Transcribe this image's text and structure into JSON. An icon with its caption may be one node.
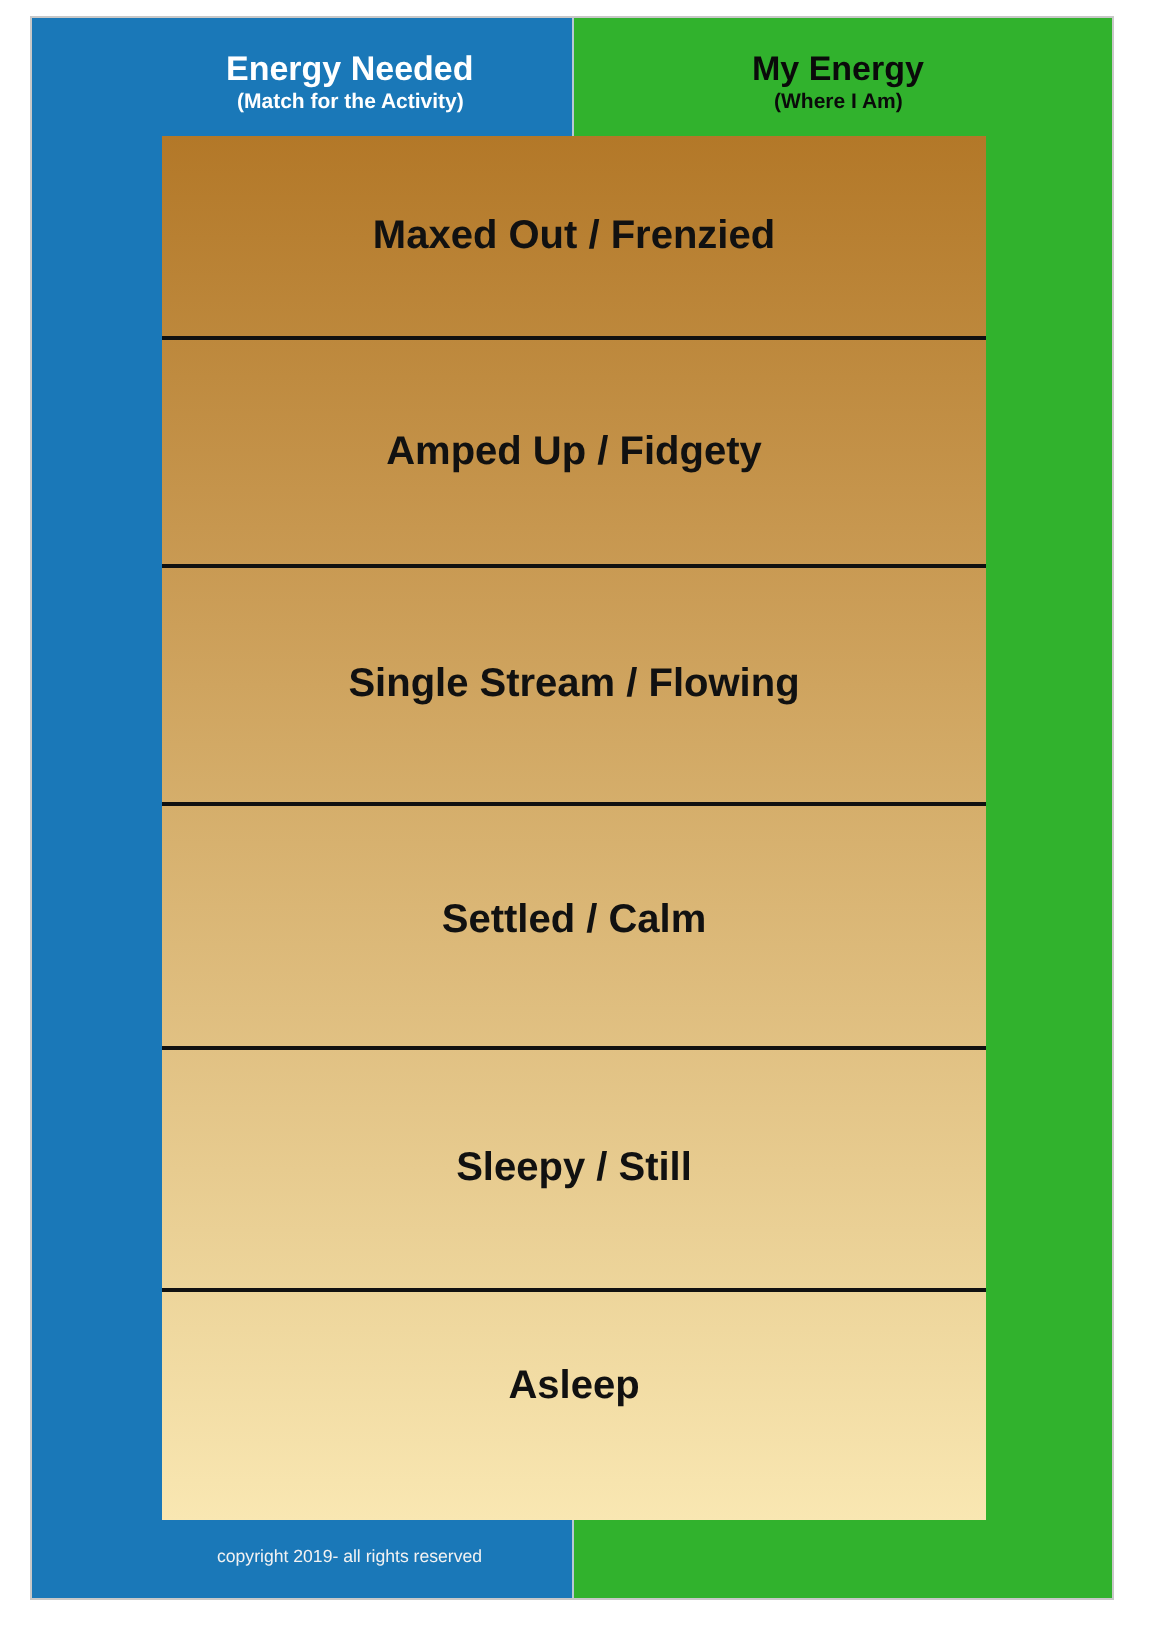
{
  "diagram": {
    "nodes": [
      {
        "text": [
          "Energy Needed",
          "(Match for the Activity)"
        ]
      },
      {
        "text": [
          "My Energy",
          "(Where I Am)"
        ]
      },
      {
        "text": [
          "Maxed Out / Frenzied"
        ]
      },
      {
        "text": [
          "Amped Up / Fidgety"
        ]
      },
      {
        "text": [
          "Single Stream / Flowing"
        ]
      },
      {
        "text": [
          "Settled / Calm"
        ]
      },
      {
        "text": [
          "Sleepy / Still"
        ]
      },
      {
        "text": [
          "Asleep"
        ]
      }
    ],
    "labels": [
      "copyright 2019- all rights reserved"
    ]
  }
}
